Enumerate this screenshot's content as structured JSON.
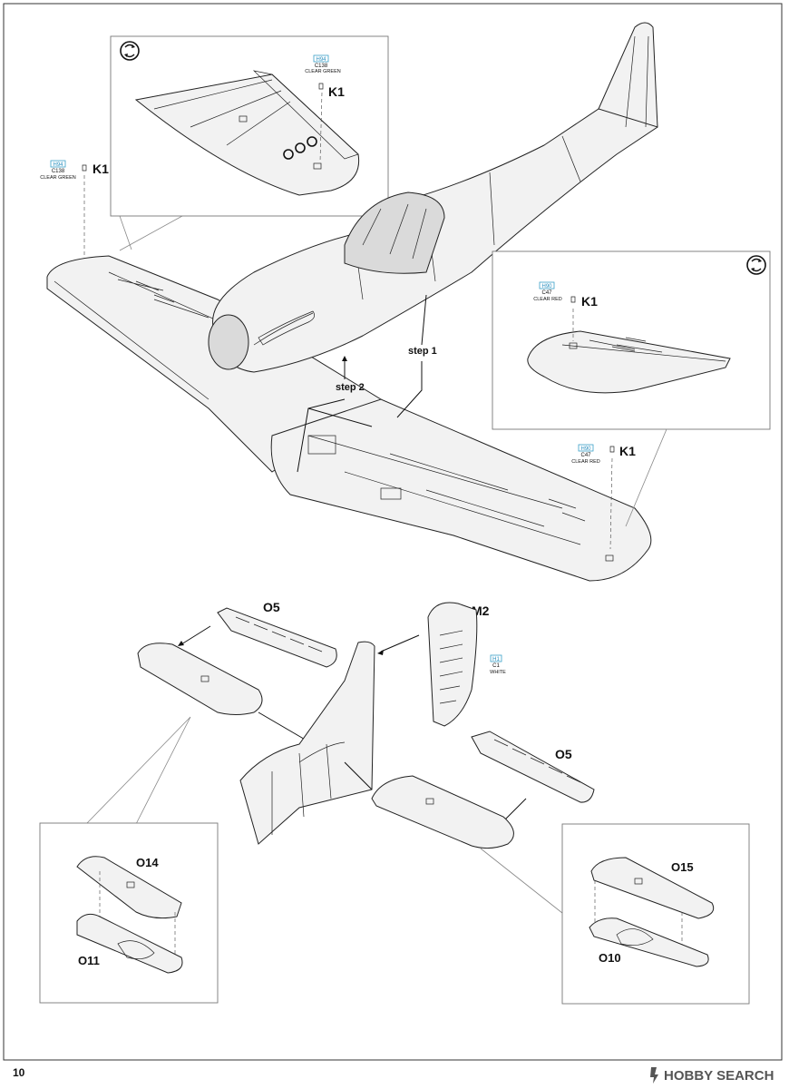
{
  "page": {
    "number": "10"
  },
  "watermark": {
    "text": "HOBBY SEARCH",
    "icon": "hobby-search-logo-icon"
  },
  "inset_1": {
    "icon": "rotate-view-icon",
    "callout": {
      "code_h": "H94",
      "code_c": "C138",
      "paint_name": "CLEAR GREEN",
      "part": "K1"
    }
  },
  "main": {
    "callout_left": {
      "code_h": "H94",
      "code_c": "C138",
      "paint_name": "CLEAR GREEN",
      "part": "K1"
    },
    "callout_right": {
      "code_h": "H90",
      "code_c": "C47",
      "paint_name": "CLEAR RED",
      "part": "K1"
    },
    "step_1": "step 1",
    "step_2": "step 2"
  },
  "inset_2": {
    "icon": "rotate-view-icon",
    "callout": {
      "code_h": "H90",
      "code_c": "C47",
      "paint_name": "CLEAR RED",
      "part": "K1"
    }
  },
  "tail": {
    "part_o5_left": "O5",
    "part_m2": "M2",
    "part_o5_right": "O5",
    "rudder_paint": {
      "code_h": "H1",
      "code_c": "C1",
      "paint_name": "WHITE"
    }
  },
  "inset_left": {
    "part_top": "O14",
    "part_bottom": "O11"
  },
  "inset_right": {
    "part_top": "O15",
    "part_bottom": "O10"
  },
  "colors": {
    "paint_code_accent": "#2a8fbf",
    "line": "#222222"
  }
}
